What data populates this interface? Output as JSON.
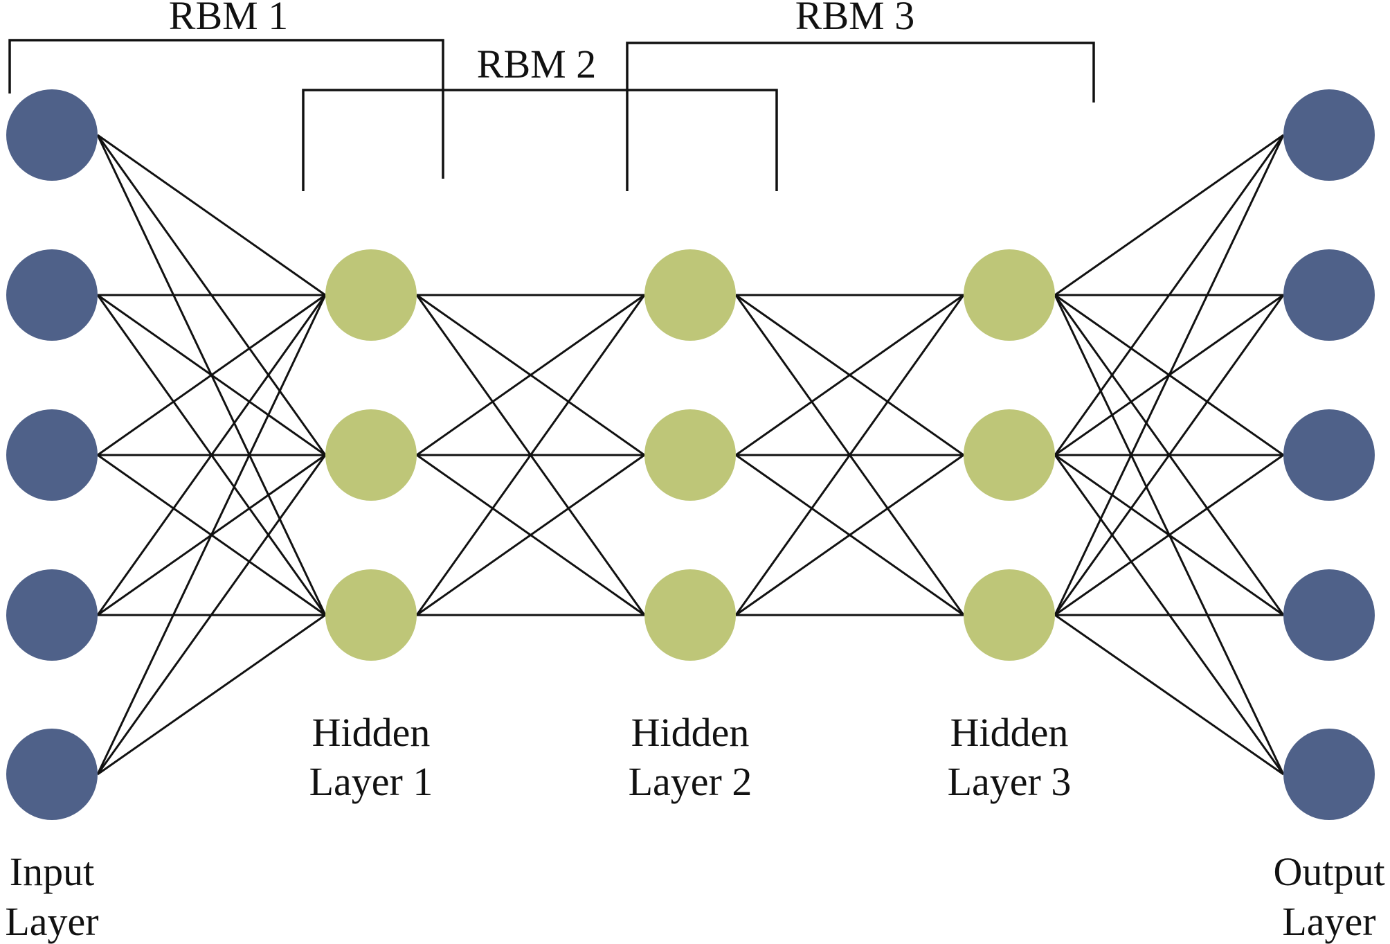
{
  "rbms": [
    {
      "label": "RBM 1",
      "spans": [
        0,
        1
      ]
    },
    {
      "label": "RBM 2",
      "spans": [
        1,
        2
      ]
    },
    {
      "label": "RBM 3",
      "spans": [
        2,
        3
      ]
    }
  ],
  "layers": [
    {
      "key": "input",
      "label_lines": [
        "Input",
        "Layer"
      ],
      "nodes": 5
    },
    {
      "key": "hidden1",
      "label_lines": [
        "Hidden",
        "Layer 1"
      ],
      "nodes": 3
    },
    {
      "key": "hidden2",
      "label_lines": [
        "Hidden",
        "Layer 2"
      ],
      "nodes": 3
    },
    {
      "key": "hidden3",
      "label_lines": [
        "Hidden",
        "Layer 3"
      ],
      "nodes": 3
    },
    {
      "key": "output",
      "label_lines": [
        "Output",
        "Layer"
      ],
      "nodes": 5
    }
  ],
  "colors": {
    "input_output_node": "#4f6189",
    "hidden_node": "#bec678",
    "line": "#111111"
  }
}
